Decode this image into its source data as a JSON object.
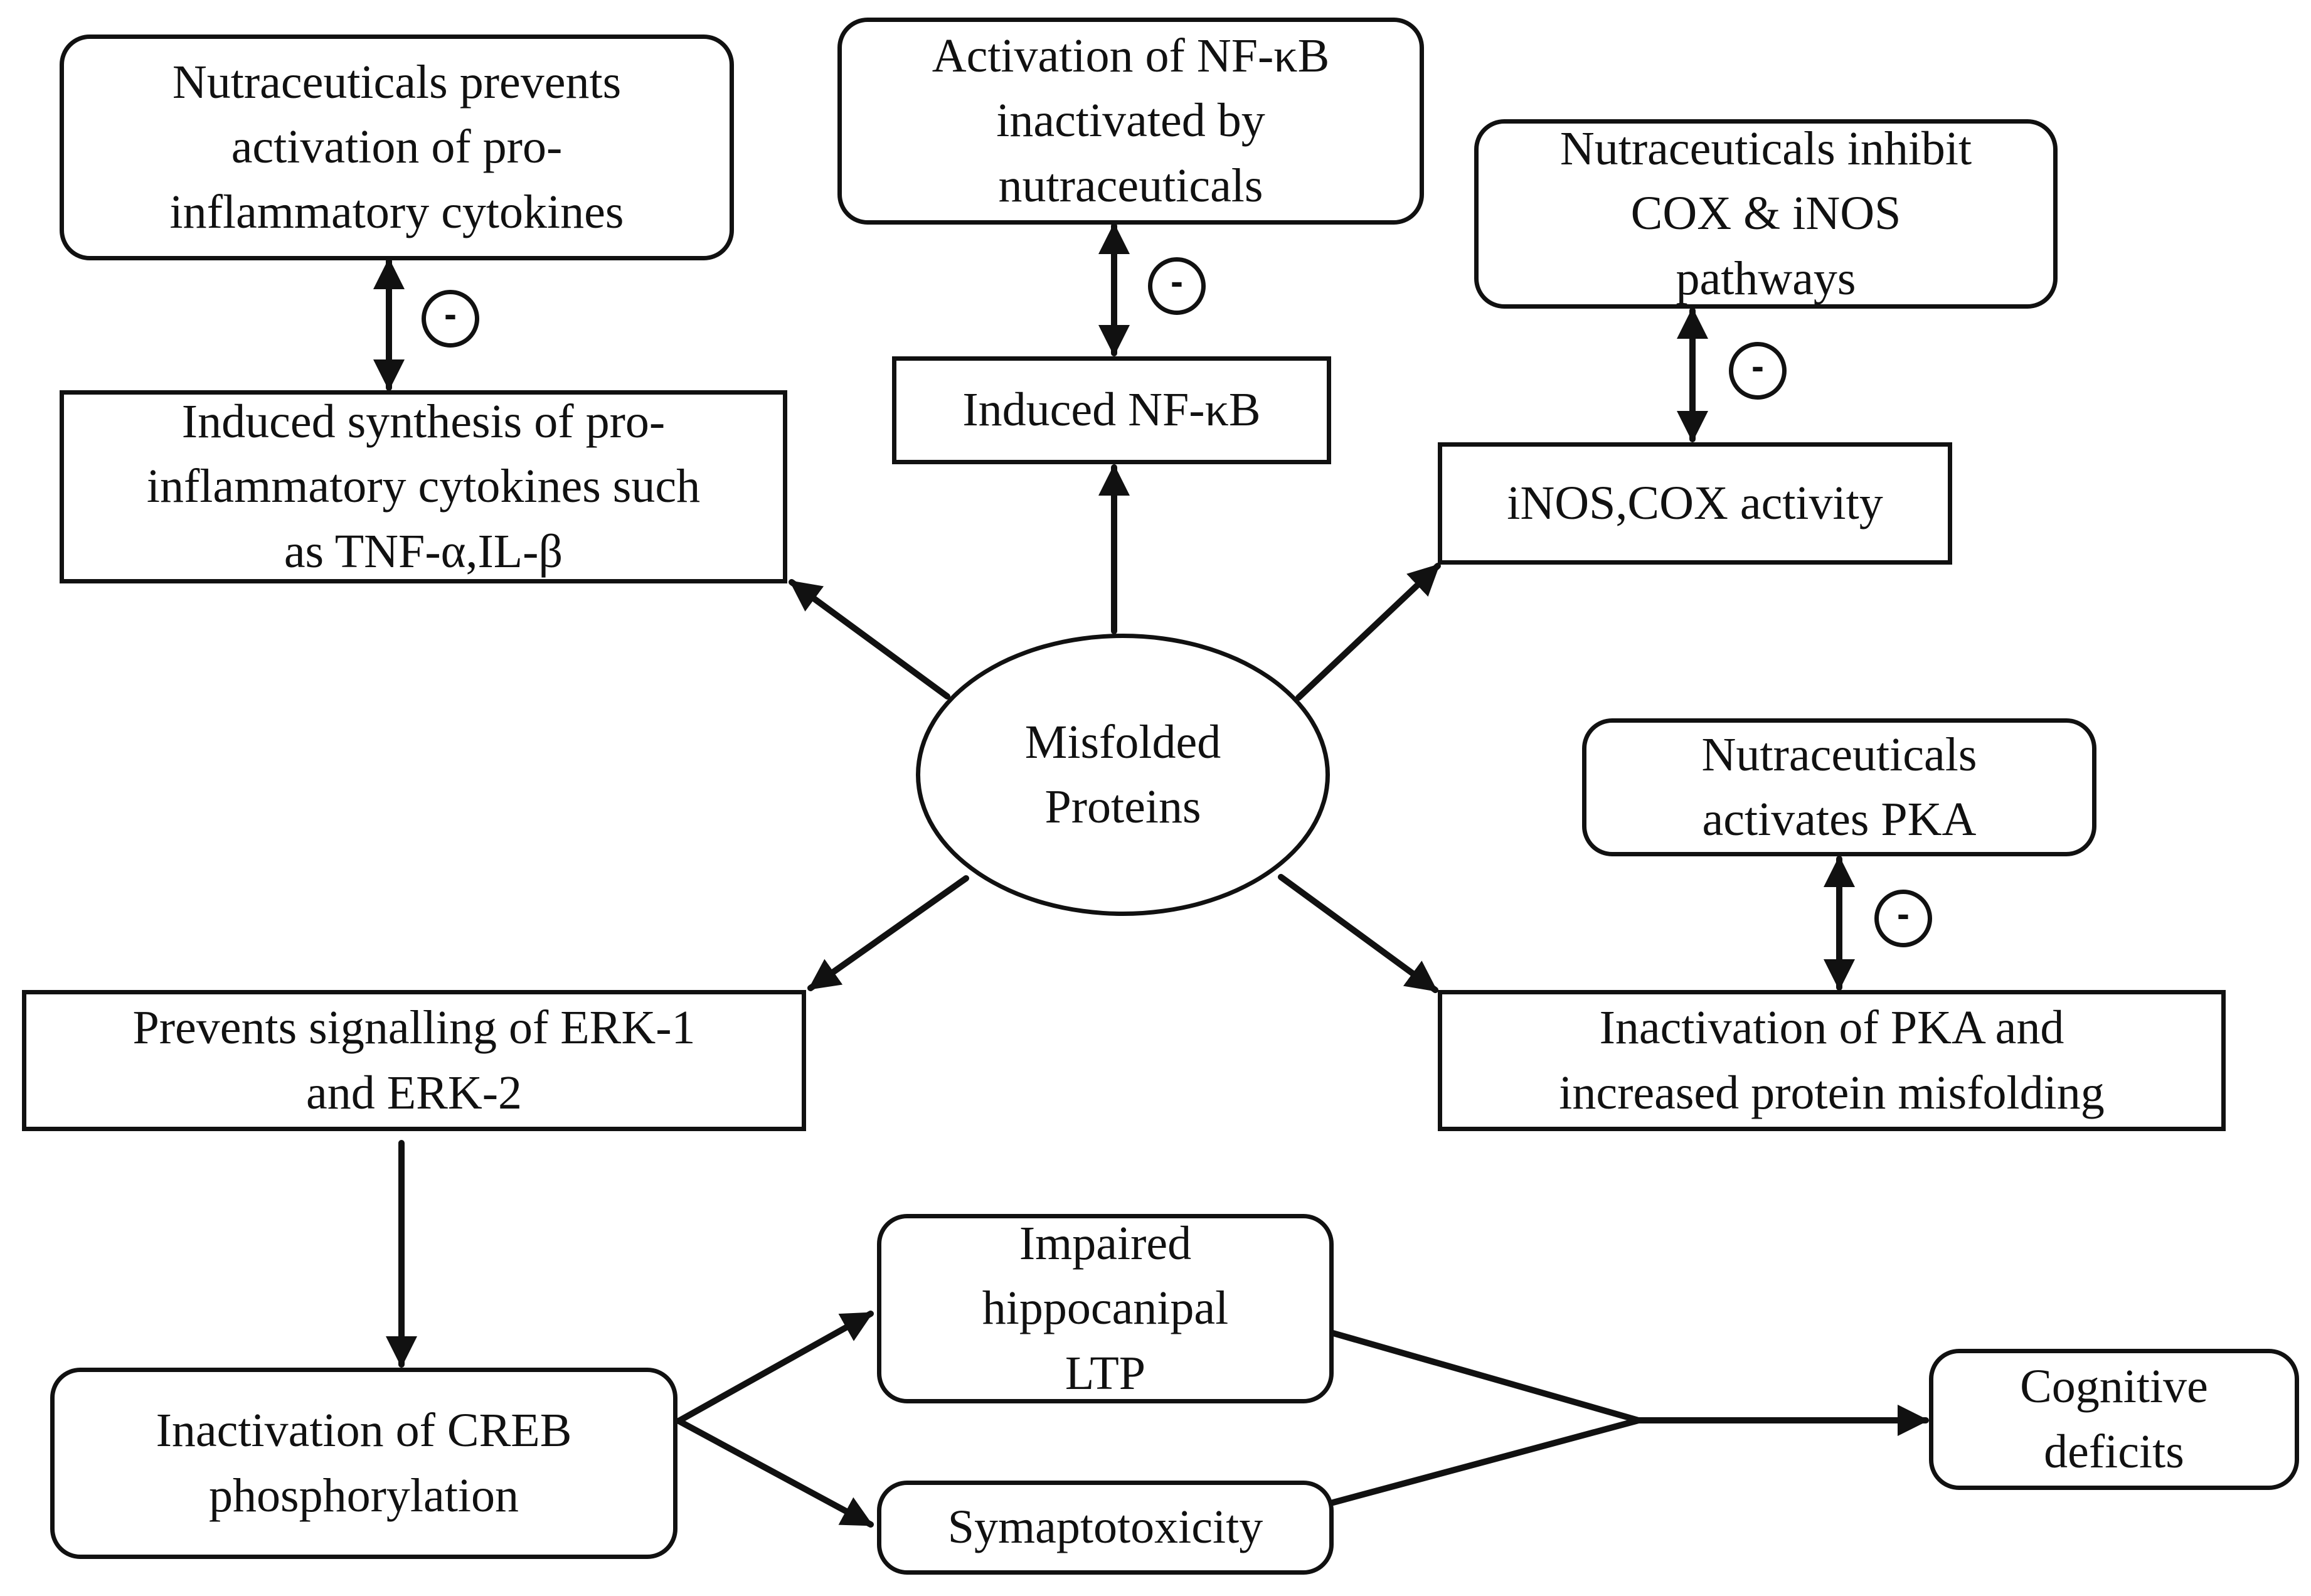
{
  "nodes": {
    "center": "Misfolded\nProteins",
    "nutra_cytokines": "Nutraceuticals prevents\nactivation of pro-\ninflammatory cytokines",
    "cytokine_synthesis": "Induced synthesis of pro-\ninflammatory cytokines such\nas TNF-α,IL-β",
    "nfkb_nutra": "Activation of NF-κB\ninactivated by\nnutraceuticals",
    "nfkb_induced": "Induced NF-κB",
    "nutra_cox": "Nutraceuticals inhibit\nCOX & iNOS\npathways",
    "inos_cox": "iNOS,COX activity",
    "nutra_pka": "Nutraceuticals\nactivates PKA",
    "pka_inactivation": "Inactivation of PKA and\nincreased protein misfolding",
    "erk": "Prevents signalling of ERK-1\nand ERK-2",
    "creb": "Inactivation of  CREB\nphosphorylation",
    "ltp": "Impaired\nhippocanipal\nLTP",
    "synaptotoxicity": "Symaptotoxicity",
    "cognitive": "Cognitive\ndeficits"
  },
  "inhibition_symbol": "-"
}
